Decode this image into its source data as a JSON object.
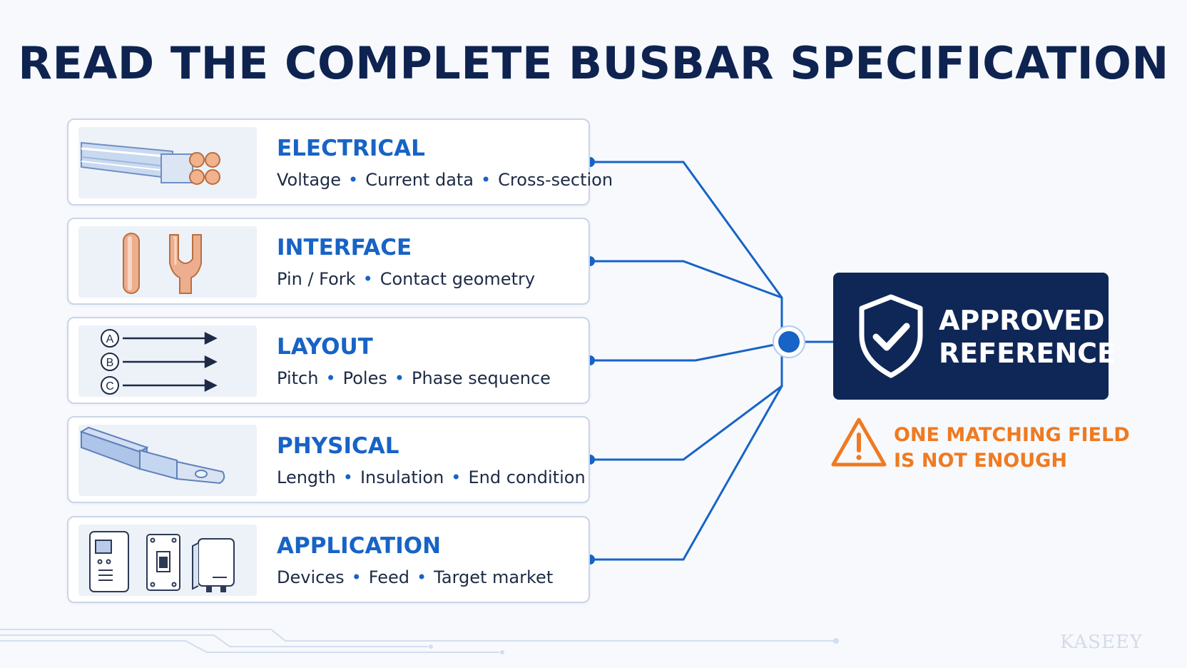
{
  "title": "READ THE COMPLETE BUSBAR SPECIFICATION",
  "categories": [
    {
      "title": "ELECTRICAL",
      "icon": "cable-bundle-icon",
      "items": [
        "Voltage",
        "Current data",
        "Cross-section"
      ]
    },
    {
      "title": "INTERFACE",
      "icon": "pin-fork-icon",
      "items": [
        "Pin / Fork",
        "Contact geometry"
      ]
    },
    {
      "title": "LAYOUT",
      "icon": "phase-sequence-icon",
      "items": [
        "Pitch",
        "Poles",
        "Phase sequence"
      ]
    },
    {
      "title": "PHYSICAL",
      "icon": "busbar-lug-icon",
      "items": [
        "Length",
        "Insulation",
        "End condition"
      ]
    },
    {
      "title": "APPLICATION",
      "icon": "devices-icon",
      "items": [
        "Devices",
        "Feed",
        "Target market"
      ]
    }
  ],
  "phase_labels": [
    "A",
    "B",
    "C"
  ],
  "result": {
    "line1": "APPROVED",
    "line2": "REFERENCE",
    "icon": "shield-check-icon"
  },
  "warning": {
    "line1": "ONE MATCHING FIELD",
    "line2": "IS NOT ENOUGH",
    "icon": "warning-triangle-icon"
  },
  "logo": "KASEEY",
  "colors": {
    "title": "#0e2350",
    "accent": "#1763c6",
    "approved_bg": "#0f2756",
    "warning": "#ef7a21"
  }
}
